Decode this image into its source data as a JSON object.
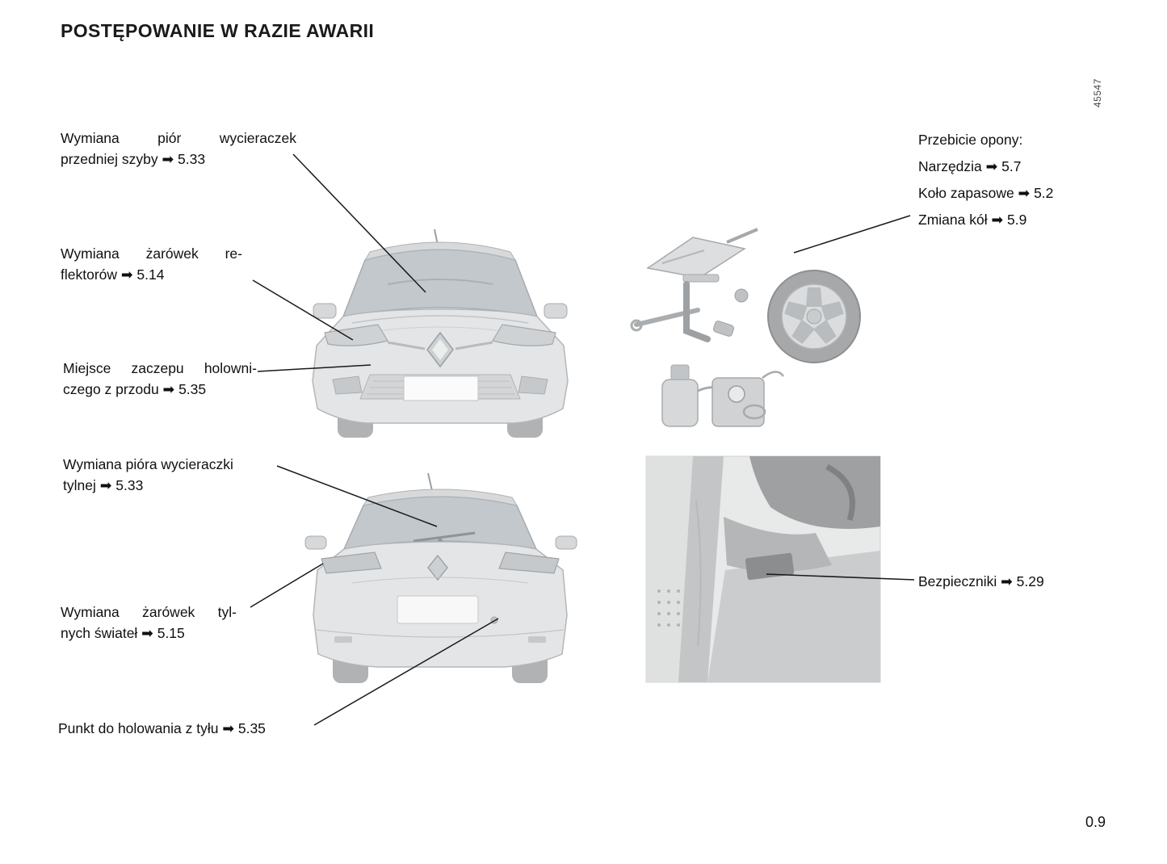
{
  "page": {
    "title": "POSTĘPOWANIE W RAZIE AWARII",
    "figure_code": "45547",
    "page_number": "0.9"
  },
  "callouts": {
    "front_wiper": {
      "line1": "Wymiana piór wycieraczek",
      "line2": "przedniej szyby ➡ 5.33"
    },
    "headlights": {
      "line1": "Wymiana żarówek re-",
      "line2": "flektorów ➡ 5.14"
    },
    "front_tow": {
      "line1": "Miejsce zaczepu holowni-",
      "line2": "czego z przodu ➡ 5.35"
    },
    "rear_wiper": {
      "line1": "Wymiana pióra wycieraczki",
      "line2": "tylnej ➡ 5.33"
    },
    "rear_lights": {
      "line1": "Wymiana żarówek tyl-",
      "line2": "nych świateł ➡ 5.15"
    },
    "rear_tow": {
      "line1": "Punkt do holowania z tyłu ➡ 5.35"
    },
    "tyre": {
      "heading": "Przebicie opony:",
      "items": [
        "Narzędzia ➡ 5.7",
        "Koło zapasowe ➡ 5.2",
        "Zmiana kół ➡ 5.9"
      ]
    },
    "fuses": {
      "line1": "Bezpieczniki ➡ 5.29"
    }
  }
}
